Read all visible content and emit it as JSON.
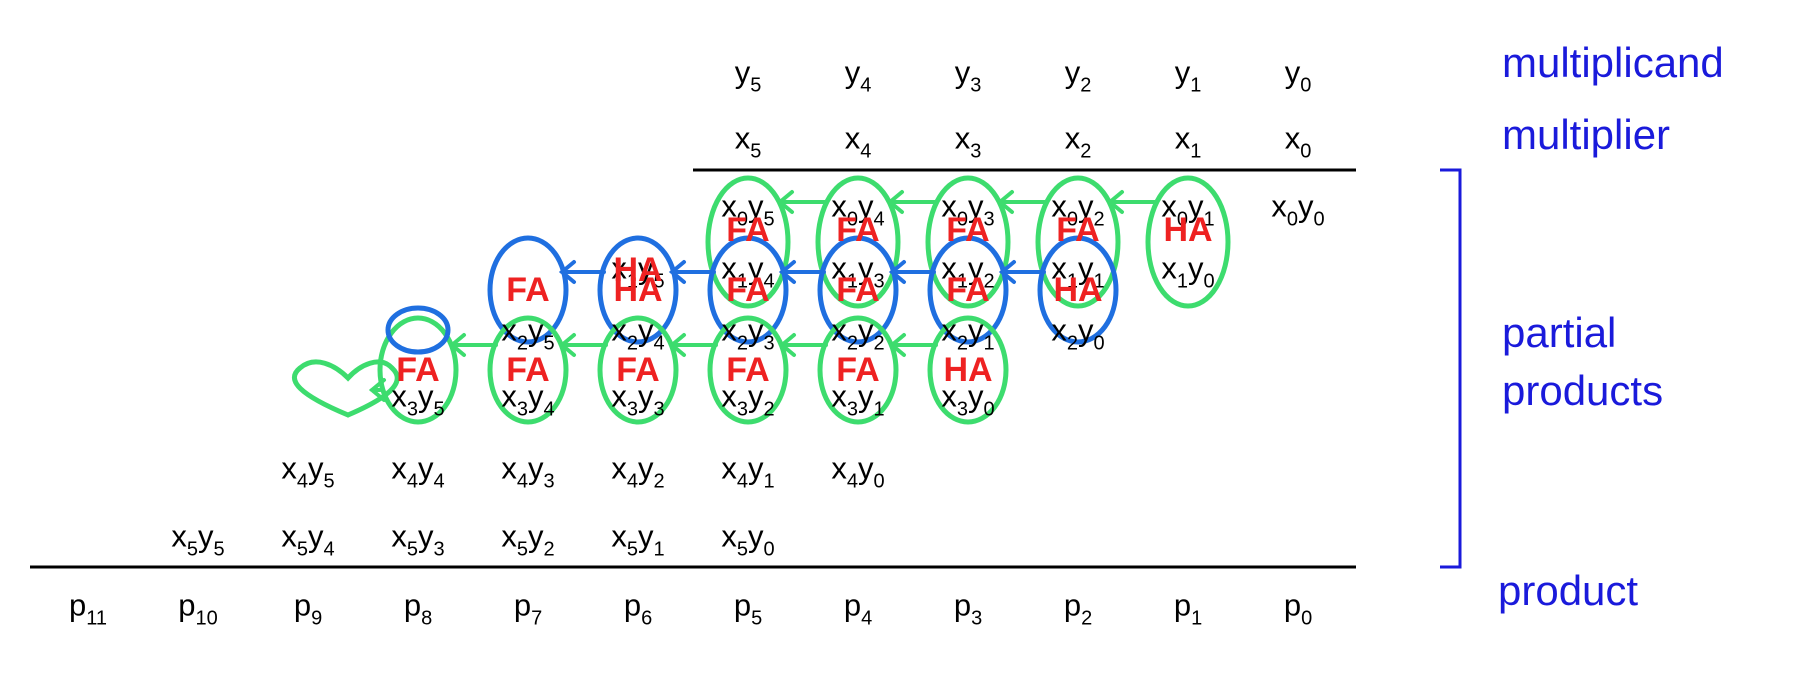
{
  "multiplicand": [
    {
      "v": "y",
      "s": "5"
    },
    {
      "v": "y",
      "s": "4"
    },
    {
      "v": "y",
      "s": "3"
    },
    {
      "v": "y",
      "s": "2"
    },
    {
      "v": "y",
      "s": "1"
    },
    {
      "v": "y",
      "s": "0"
    }
  ],
  "multiplier": [
    {
      "v": "x",
      "s": "5"
    },
    {
      "v": "x",
      "s": "4"
    },
    {
      "v": "x",
      "s": "3"
    },
    {
      "v": "x",
      "s": "2"
    },
    {
      "v": "x",
      "s": "1"
    },
    {
      "v": "x",
      "s": "0"
    }
  ],
  "partial_products": [
    [
      {
        "a": "x",
        "as": "0",
        "b": "y",
        "bs": "5"
      },
      {
        "a": "x",
        "as": "0",
        "b": "y",
        "bs": "4"
      },
      {
        "a": "x",
        "as": "0",
        "b": "y",
        "bs": "3"
      },
      {
        "a": "x",
        "as": "0",
        "b": "y",
        "bs": "2"
      },
      {
        "a": "x",
        "as": "0",
        "b": "y",
        "bs": "1"
      },
      {
        "a": "x",
        "as": "0",
        "b": "y",
        "bs": "0"
      }
    ],
    [
      {
        "a": "x",
        "as": "1",
        "b": "y",
        "bs": "5"
      },
      {
        "a": "x",
        "as": "1",
        "b": "y",
        "bs": "4"
      },
      {
        "a": "x",
        "as": "1",
        "b": "y",
        "bs": "3"
      },
      {
        "a": "x",
        "as": "1",
        "b": "y",
        "bs": "2"
      },
      {
        "a": "x",
        "as": "1",
        "b": "y",
        "bs": "1"
      },
      {
        "a": "x",
        "as": "1",
        "b": "y",
        "bs": "0"
      }
    ],
    [
      {
        "a": "x",
        "as": "2",
        "b": "y",
        "bs": "5"
      },
      {
        "a": "x",
        "as": "2",
        "b": "y",
        "bs": "4"
      },
      {
        "a": "x",
        "as": "2",
        "b": "y",
        "bs": "3"
      },
      {
        "a": "x",
        "as": "2",
        "b": "y",
        "bs": "2"
      },
      {
        "a": "x",
        "as": "2",
        "b": "y",
        "bs": "1"
      },
      {
        "a": "x",
        "as": "2",
        "b": "y",
        "bs": "0"
      }
    ],
    [
      {
        "a": "x",
        "as": "3",
        "b": "y",
        "bs": "5"
      },
      {
        "a": "x",
        "as": "3",
        "b": "y",
        "bs": "4"
      },
      {
        "a": "x",
        "as": "3",
        "b": "y",
        "bs": "3"
      },
      {
        "a": "x",
        "as": "3",
        "b": "y",
        "bs": "2"
      },
      {
        "a": "x",
        "as": "3",
        "b": "y",
        "bs": "1"
      },
      {
        "a": "x",
        "as": "3",
        "b": "y",
        "bs": "0"
      }
    ],
    [
      {
        "a": "x",
        "as": "4",
        "b": "y",
        "bs": "5"
      },
      {
        "a": "x",
        "as": "4",
        "b": "y",
        "bs": "4"
      },
      {
        "a": "x",
        "as": "4",
        "b": "y",
        "bs": "3"
      },
      {
        "a": "x",
        "as": "4",
        "b": "y",
        "bs": "2"
      },
      {
        "a": "x",
        "as": "4",
        "b": "y",
        "bs": "1"
      },
      {
        "a": "x",
        "as": "4",
        "b": "y",
        "bs": "0"
      }
    ],
    [
      {
        "a": "x",
        "as": "5",
        "b": "y",
        "bs": "5"
      },
      {
        "a": "x",
        "as": "5",
        "b": "y",
        "bs": "4"
      },
      {
        "a": "x",
        "as": "5",
        "b": "y",
        "bs": "3"
      },
      {
        "a": "x",
        "as": "5",
        "b": "y",
        "bs": "2"
      },
      {
        "a": "x",
        "as": "5",
        "b": "y",
        "bs": "1"
      },
      {
        "a": "x",
        "as": "5",
        "b": "y",
        "bs": "0"
      }
    ]
  ],
  "product": [
    {
      "v": "p",
      "s": "11"
    },
    {
      "v": "p",
      "s": "10"
    },
    {
      "v": "p",
      "s": "9"
    },
    {
      "v": "p",
      "s": "8"
    },
    {
      "v": "p",
      "s": "7"
    },
    {
      "v": "p",
      "s": "6"
    },
    {
      "v": "p",
      "s": "5"
    },
    {
      "v": "p",
      "s": "4"
    },
    {
      "v": "p",
      "s": "3"
    },
    {
      "v": "p",
      "s": "2"
    },
    {
      "v": "p",
      "s": "1"
    },
    {
      "v": "p",
      "s": "0"
    }
  ],
  "labels": {
    "multiplicand": "multiplicand",
    "multiplier": "multiplier",
    "partial_line1": "partial",
    "partial_line2": "products",
    "product": "product"
  },
  "annotations": {
    "full_adder": "FA",
    "half_adder": "HA"
  },
  "colors": {
    "label_blue": "#1a1adb",
    "bracket_blue": "#1a1adb",
    "green_circle": "#3ddc6e",
    "blue_circle": "#1f6fe0",
    "red_text": "#ee2222",
    "rule_black": "#000000"
  }
}
